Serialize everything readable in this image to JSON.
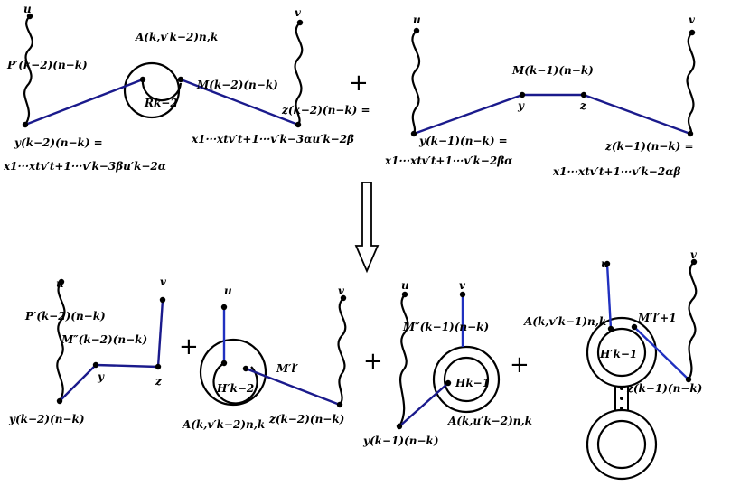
{
  "top_left": {
    "u": "u",
    "v": "v",
    "path_label": "P′(k−2)(n−k)",
    "circle_label": "A(k,v′k−2)n,k",
    "inner_label": "Rk−2",
    "edge_label": "M(k−2)(n−k)",
    "y_label": "y(k−2)(n−k) =",
    "y_formula": "x1···xtv′t+1···v′k−3βu′k−2α",
    "z_label": "z(k−2)(n−k) =",
    "z_formula": "x1···xtv′t+1···v′k−3αu′k−2β"
  },
  "top_right": {
    "u": "u",
    "v": "v",
    "edge_label": "M(k−1)(n−k)",
    "y": "y",
    "z": "z",
    "y_label": "y(k−1)(n−k) =",
    "y_formula": "x1···xtv′t+1···v′k−2βα",
    "z_label": "z(k−1)(n−k) =",
    "z_formula": "x1···xtv′t+1···v′k−2αβ"
  },
  "operators": {
    "plus": "+",
    "arrow": "⇓"
  },
  "b1": {
    "u": "u",
    "v": "v",
    "path_label": "P′(k−2)(n−k)",
    "edge_label": "M″(k−2)(n−k)",
    "y": "y",
    "z": "z",
    "bottom_label": "y(k−2)(n−k)"
  },
  "b2": {
    "u": "u",
    "v": "v",
    "inner_label": "H′k−2",
    "edge_label": "M′l′",
    "circle_label": "A(k,v′k−2)n,k",
    "z_label": "z(k−2)(n−k)"
  },
  "b3": {
    "u": "u",
    "v": "v",
    "edge_label": "M″(k−1)(n−k)",
    "inner_label": "Hk−1",
    "circle_label": "A(k,u′k−2)n,k",
    "y_label": "y(k−1)(n−k)"
  },
  "b4": {
    "u": "u",
    "v": "v",
    "circle_label": "A(k,v′k−1)n,k",
    "edge_label": "M′l′+1",
    "inner_label": "H′k−1",
    "z_label": "z(k−1)(n−k)"
  }
}
